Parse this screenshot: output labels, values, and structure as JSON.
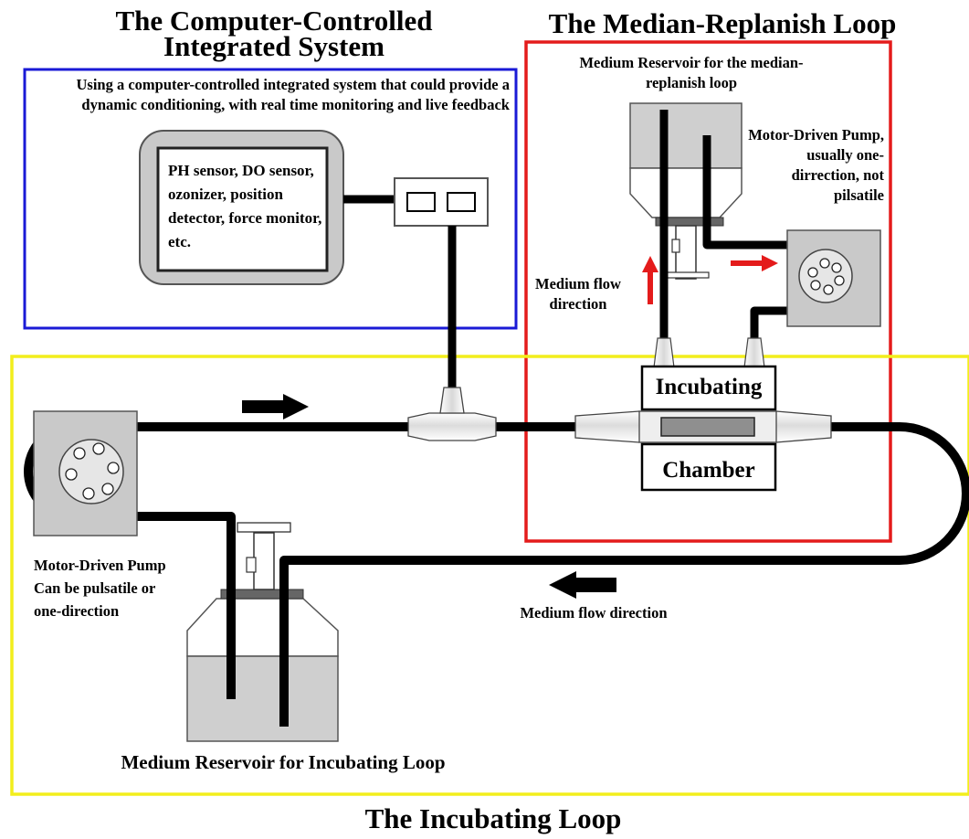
{
  "titles": {
    "computer_system": "The Computer-Controlled Integrated System",
    "replanish_loop": "The Median-Replanish Loop",
    "incubating_loop": "The Incubating Loop"
  },
  "labels": {
    "computer_desc": "Using a computer-controlled integrated system that could provide a dynamic conditioning, with real time monitoring and live feedback",
    "sensors": "PH sensor, DO sensor, ozonizer, position detector, force monitor, etc.",
    "reservoir_replanish": "Medium Reservoir for the median-replanish loop",
    "pump_replanish": "Motor-Driven Pump, usually one-dirrection, not pilsatile",
    "flow_vertical": "Medium flow direction",
    "chamber_top": "Incubating",
    "chamber_bottom": "Chamber",
    "pump_incubating": "Motor-Driven Pump Can be pulsatile or one-direction",
    "flow_bottom": "Medium flow direction",
    "reservoir_incubating": "Medium Reservoir for Incubating Loop"
  },
  "colors": {
    "computer_box": "#1a1ad6",
    "replanish_box": "#e41b1b",
    "incubating_box": "#f2ee1c",
    "red_arrow": "#e41b1b",
    "tube": "#000000"
  }
}
